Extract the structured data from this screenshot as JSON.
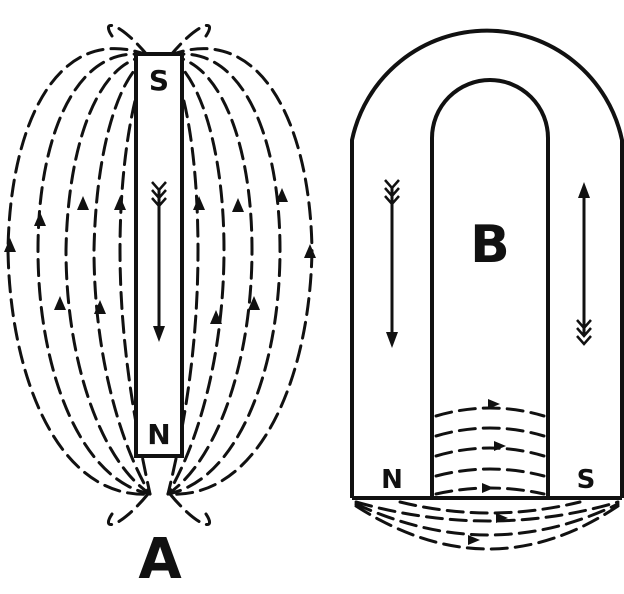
{
  "figure_a": {
    "label": "A",
    "top_pole": "S",
    "bottom_pole": "N"
  },
  "figure_b": {
    "label": "B",
    "left_pole": "N",
    "right_pole": "S"
  }
}
